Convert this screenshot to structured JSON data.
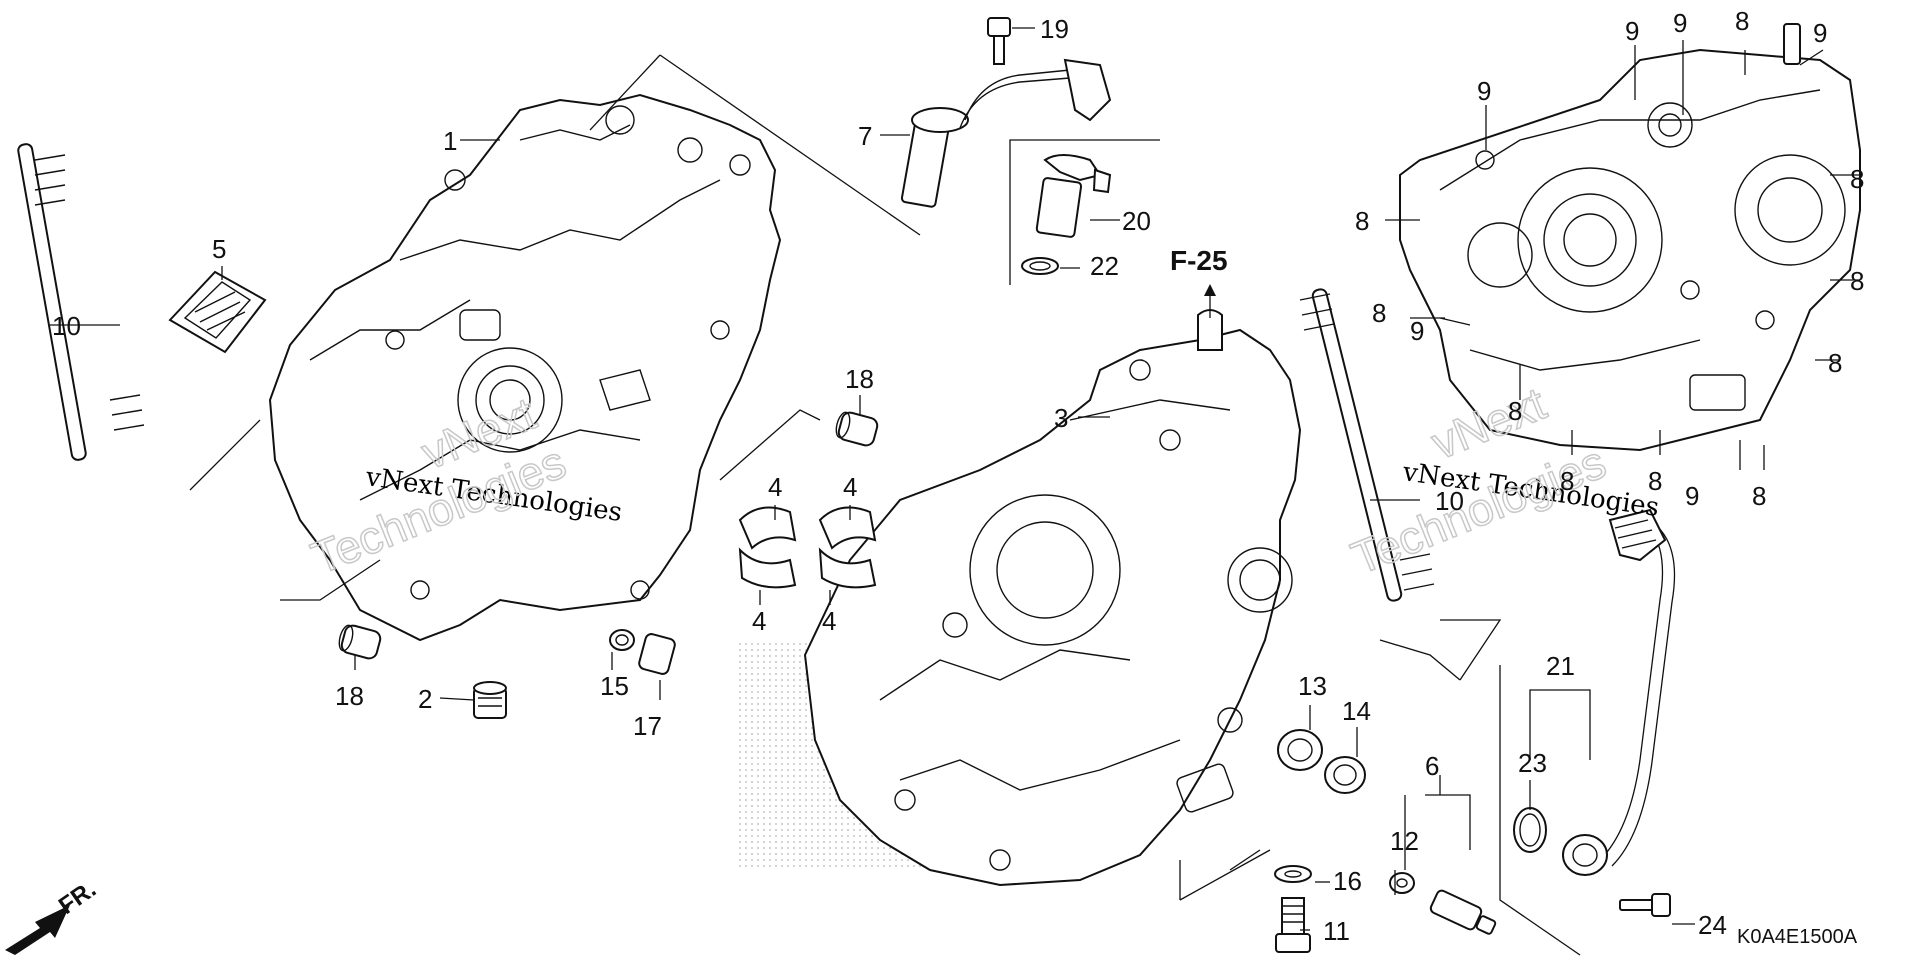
{
  "reference_link": "F-25",
  "diagram_code": "K0A4E1500A",
  "front_label": "FR.",
  "watermark": [
    "vNext Technologies",
    "vNext",
    "Technologies"
  ],
  "callouts": [
    {
      "id": "c1",
      "label": "1"
    },
    {
      "id": "c2",
      "label": "2"
    },
    {
      "id": "c3",
      "label": "3"
    },
    {
      "id": "c4a",
      "label": "4"
    },
    {
      "id": "c4b",
      "label": "4"
    },
    {
      "id": "c4c",
      "label": "4"
    },
    {
      "id": "c4d",
      "label": "4"
    },
    {
      "id": "c5",
      "label": "5"
    },
    {
      "id": "c6",
      "label": "6"
    },
    {
      "id": "c7",
      "label": "7"
    },
    {
      "id": "c8a",
      "label": "8"
    },
    {
      "id": "c8b",
      "label": "8"
    },
    {
      "id": "c8c",
      "label": "8"
    },
    {
      "id": "c8d",
      "label": "8"
    },
    {
      "id": "c8e",
      "label": "8"
    },
    {
      "id": "c8f",
      "label": "8"
    },
    {
      "id": "c8g",
      "label": "8"
    },
    {
      "id": "c8h",
      "label": "8"
    },
    {
      "id": "c8i",
      "label": "8"
    },
    {
      "id": "c8j",
      "label": "8"
    },
    {
      "id": "c9a",
      "label": "9"
    },
    {
      "id": "c9b",
      "label": "9"
    },
    {
      "id": "c9c",
      "label": "9"
    },
    {
      "id": "c9d",
      "label": "9"
    },
    {
      "id": "c9e",
      "label": "9"
    },
    {
      "id": "c9f",
      "label": "9"
    },
    {
      "id": "c10a",
      "label": "10"
    },
    {
      "id": "c10b",
      "label": "10"
    },
    {
      "id": "c11",
      "label": "11"
    },
    {
      "id": "c12",
      "label": "12"
    },
    {
      "id": "c13",
      "label": "13"
    },
    {
      "id": "c14",
      "label": "14"
    },
    {
      "id": "c15",
      "label": "15"
    },
    {
      "id": "c16",
      "label": "16"
    },
    {
      "id": "c17",
      "label": "17"
    },
    {
      "id": "c18a",
      "label": "18"
    },
    {
      "id": "c18b",
      "label": "18"
    },
    {
      "id": "c19",
      "label": "19"
    },
    {
      "id": "c20",
      "label": "20"
    },
    {
      "id": "c21",
      "label": "21"
    },
    {
      "id": "c22",
      "label": "22"
    },
    {
      "id": "c23",
      "label": "23"
    },
    {
      "id": "c24",
      "label": "24"
    }
  ]
}
